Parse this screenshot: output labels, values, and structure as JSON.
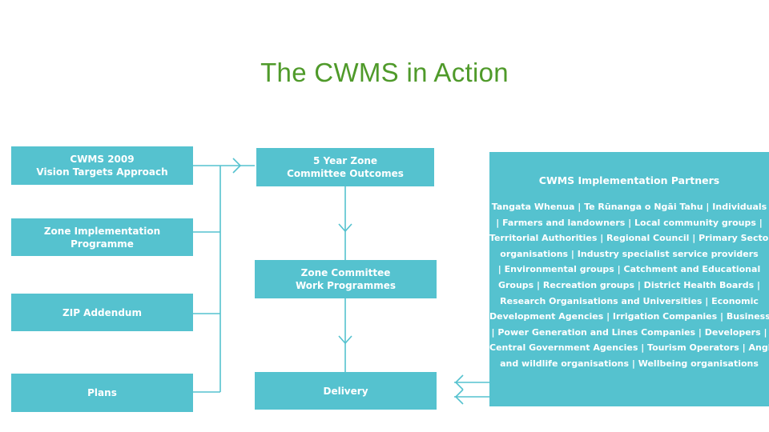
{
  "title": "The CWMS in Action",
  "colors": {
    "title": "#4f9a2a",
    "box_fill": "#55c2cf",
    "box_text": "#ffffff",
    "connector": "#55c2cf"
  },
  "left_boxes": {
    "cwms_2009": [
      "CWMS 2009",
      "Vision Targets Approach"
    ],
    "zip": "Zone Implementation Programme",
    "zip_addendum": "ZIP Addendum",
    "plans": "Plans"
  },
  "middle_boxes": {
    "outcomes": [
      "5 Year Zone",
      "Committee Outcomes"
    ],
    "work_programmes": [
      "Zone Committee",
      "Work Programmes"
    ],
    "delivery": "Delivery"
  },
  "partners": {
    "heading": "CWMS Implementation Partners",
    "lines": [
      "Tangata Whenua  |  Te Rūnanga o Ngāi Tahu |  Individuals",
      "| Farmers and landowners | Local community groups |",
      "Territorial Authorities | Regional Council | Primary Sector",
      "organisations | Industry specialist service providers",
      "| Environmental groups | Catchment and Educational",
      "Groups | Recreation groups | District Health Boards |",
      "Research Organisations and Universities | Economic",
      "Development Agencies | Irrigation Companies | Businesses",
      "| Power Generation and Lines Companies | Developers |",
      "Central Government Agencies | Tourism Operators | Angler",
      "and wildlife organisations | Wellbeing organisations"
    ]
  }
}
